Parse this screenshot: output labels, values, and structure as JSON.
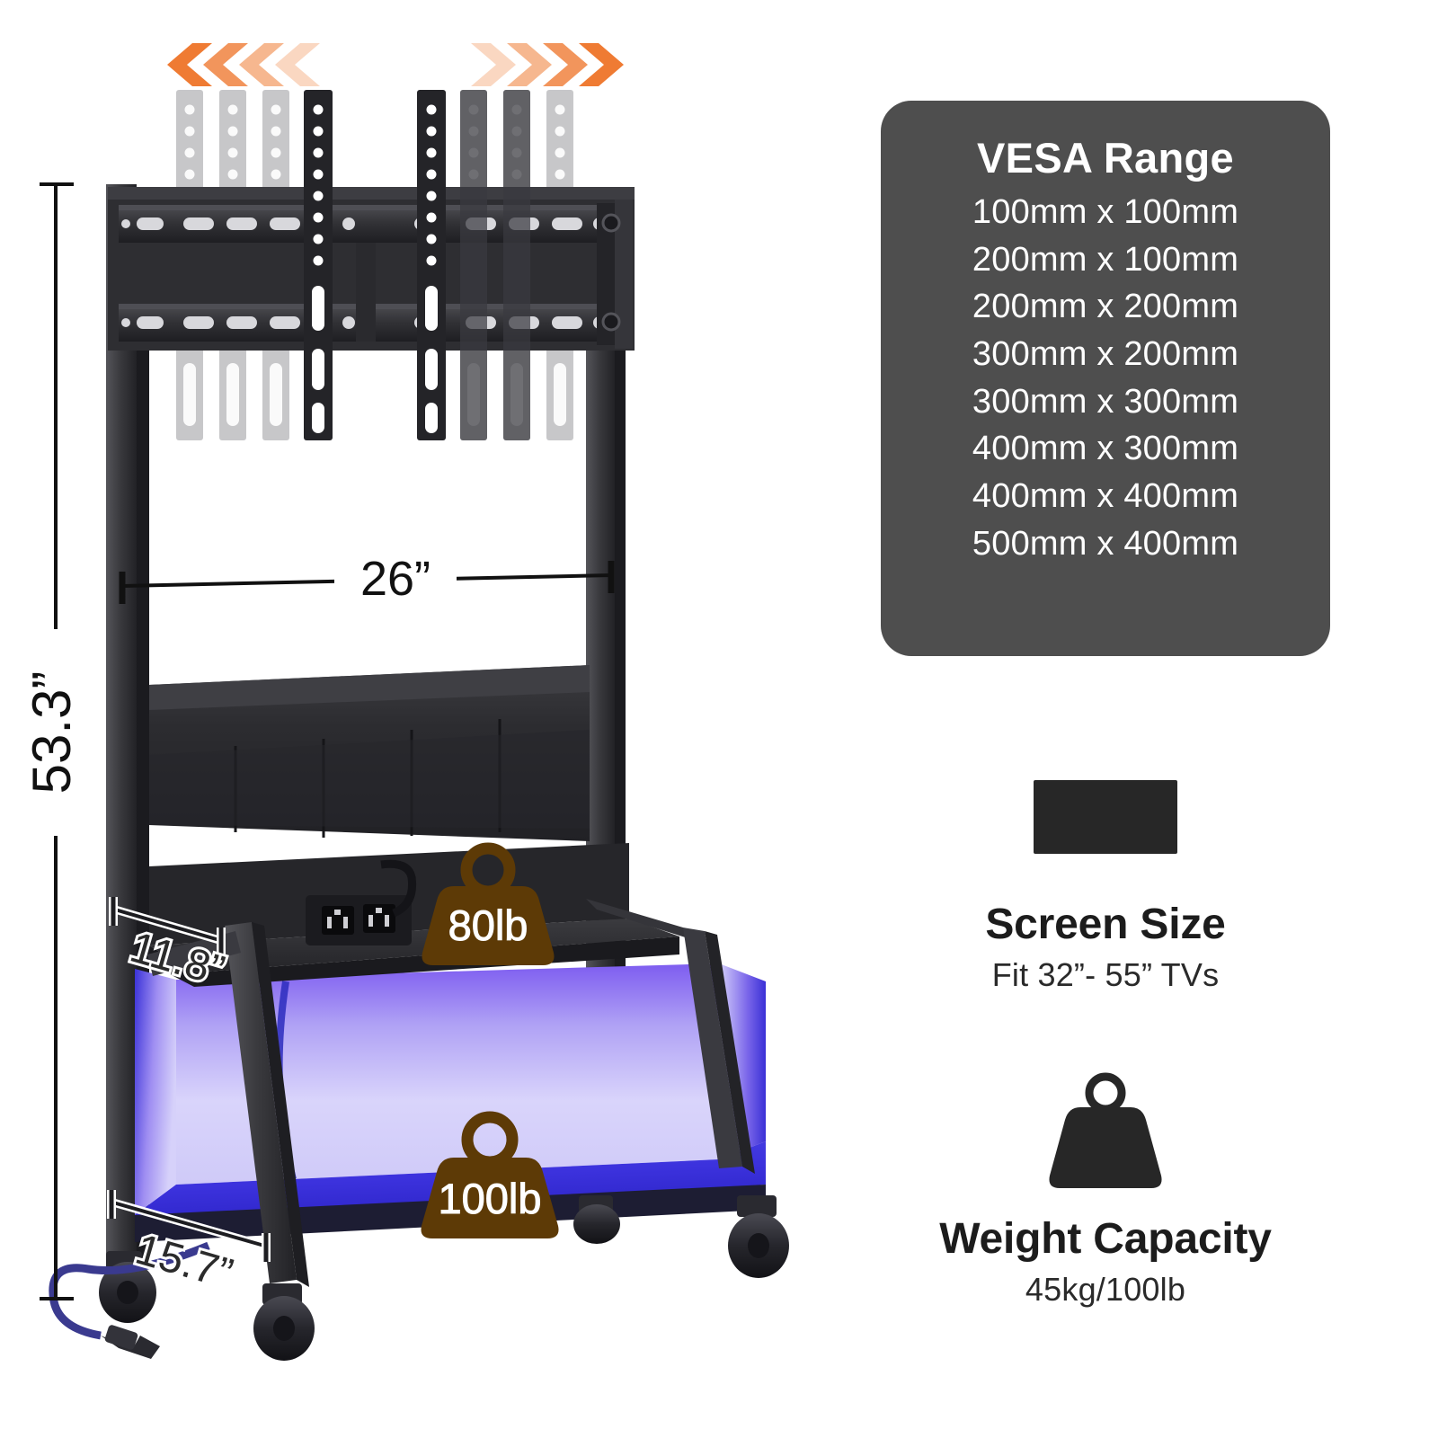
{
  "vesa": {
    "title": "VESA Range",
    "sizes": [
      "100mm x 100mm",
      "200mm x 100mm",
      "200mm x 200mm",
      "300mm x 200mm",
      "300mm x 300mm",
      "400mm x 300mm",
      "400mm x 400mm",
      "500mm x 400mm"
    ]
  },
  "screen_size": {
    "icon": "tv-screen-icon",
    "title": "Screen Size",
    "subtitle": "Fit 32”- 55” TVs"
  },
  "weight_capacity": {
    "icon": "weight-icon",
    "title": "Weight Capacity",
    "subtitle": "45kg/100lb"
  },
  "dimensions": {
    "height": "53.3”",
    "width": "26”",
    "shelf_depth": "11.8”",
    "base_depth": "15.7”"
  },
  "load_badges": {
    "top_shelf": "80lb",
    "bottom_shelf": "100lb"
  },
  "adjust_arrows": {
    "left": "chevrons-left-icon",
    "right": "chevrons-right-icon"
  },
  "colors": {
    "panel_bg": "#4e4e4e",
    "panel_text": "#ffffff",
    "heading": "#1c1c1c",
    "badge_brown": "#5d3a06",
    "arrow_orange": "#f47b32",
    "led_purple": "#9a7bf0",
    "led_blue": "#2a2ad0",
    "metal_dark": "#2b2b2e",
    "metal_mid": "#4a4a4f"
  }
}
